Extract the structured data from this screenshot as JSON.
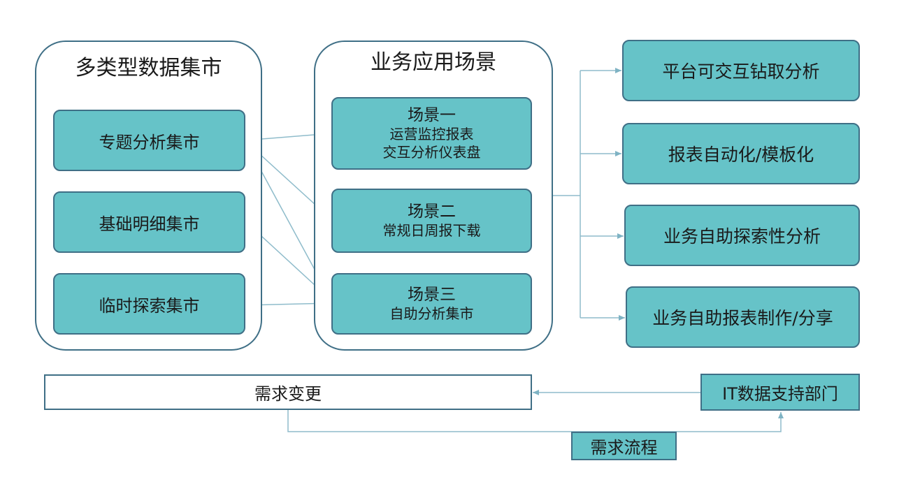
{
  "left_panel": {
    "title": "多类型数据集市",
    "items": [
      "专题分析集市",
      "基础明细集市",
      "临时探索集市"
    ]
  },
  "middle_panel": {
    "title": "业务应用场景",
    "scenes": [
      {
        "title": "场景一",
        "lines": [
          "运营监控报表",
          "交互分析仪表盘"
        ]
      },
      {
        "title": "场景二",
        "lines": [
          "常规日周报下载"
        ]
      },
      {
        "title": "场景三",
        "lines": [
          "自助分析集市"
        ]
      }
    ]
  },
  "right_outputs": [
    "平台可交互钻取分析",
    "报表自动化/模板化",
    "业务自助探索性分析",
    "业务自助报表制作/分享"
  ],
  "bottom": {
    "change": "需求变更",
    "it_dept": "IT数据支持部门",
    "process": "需求流程"
  },
  "colors": {
    "box_fill": "#66c3c8",
    "border": "#3f6f86",
    "connector": "#7fb3c4"
  }
}
